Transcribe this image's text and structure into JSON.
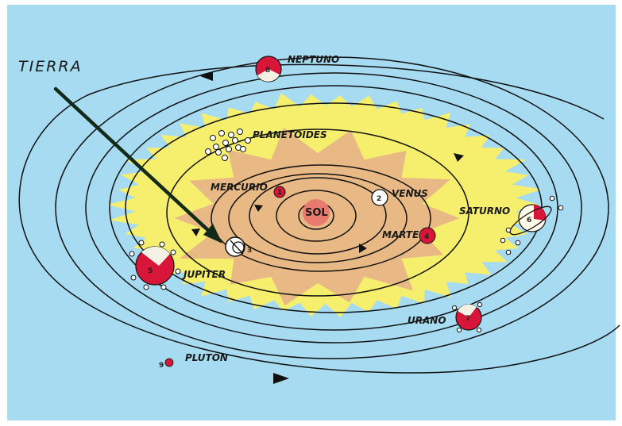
{
  "colors": {
    "sky": "#a6dbf1",
    "corona": "#f6ef6e",
    "inner_glow": "#e8b985",
    "sun": "#e97a6f",
    "planet_red": "#d8163a",
    "planet_light": "#f3f1e3",
    "pointer": "#142a18",
    "ink": "#111111"
  },
  "labels": {
    "tierra": "TIERRA",
    "sol": "SOL",
    "mercurio": "MERCURIO",
    "venus": "VENUS",
    "marte": "MARTE",
    "planetoides": "PLANETOIDES",
    "jupiter": "JUPITER",
    "saturno": "SATURNO",
    "urano": "URANO",
    "neptuno": "NEPTUNO",
    "pluton": "PLUTON"
  },
  "planet_numbers": {
    "mercurio": "1",
    "venus": "2",
    "tierra": "3",
    "marte": "4",
    "jupiter": "5",
    "saturno": "6",
    "urano": "7",
    "neptuno": "8",
    "pluton": "9"
  },
  "icons": {
    "earth": "earth-symbol-icon",
    "pointer": "pointer-arrow-icon"
  }
}
